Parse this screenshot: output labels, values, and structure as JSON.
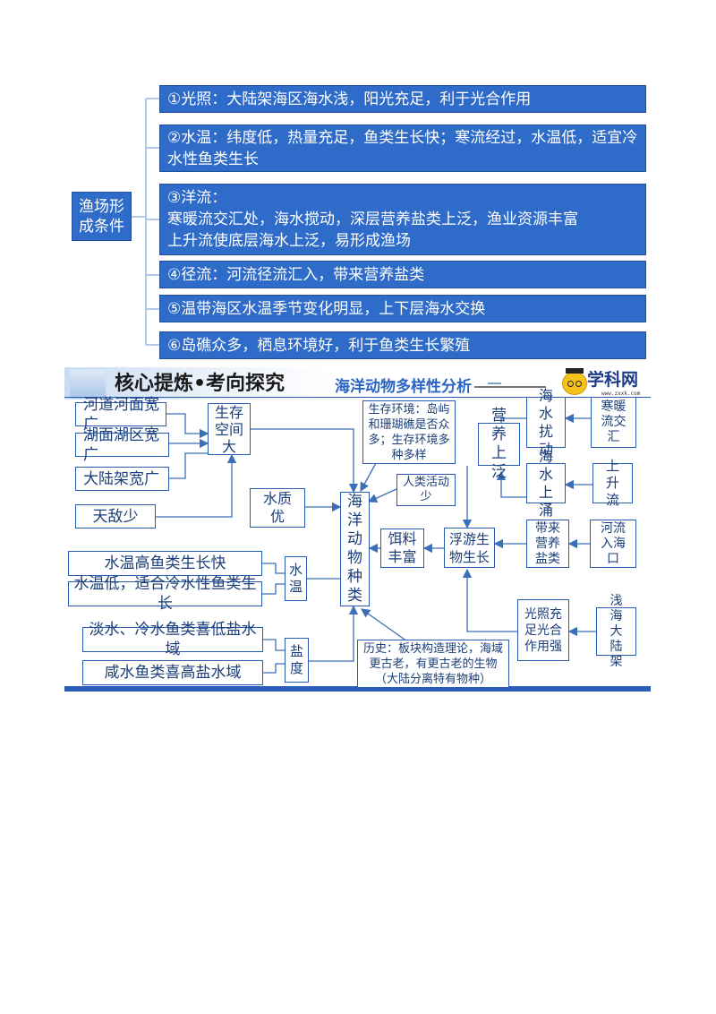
{
  "top": {
    "root_label": "渔场形成条件",
    "conditions": [
      "①光照：大陆架海区海水浅，阳光充足，利于光合作用",
      "②水温：纬度低，热量充足，鱼类生长快；寒流经过，水温低，适宜冷水性鱼类生长",
      "③洋流：",
      "寒暖流交汇处，海水搅动，深层营养盐类上泛，渔业资源丰富",
      "上升流使底层海水上泛，易形成渔场",
      "④径流：河流径流汇入，带来营养盐类",
      "⑤温带海区水温季节变化明显，上下层海水交换",
      "⑥岛礁众多，栖息环境好，利于鱼类生长繁殖"
    ]
  },
  "section": {
    "header": "核心提炼•考向探究",
    "diagram_title": "海洋动物多样性分析",
    "logo_text": "学科网",
    "logo_url": "www.zxxk.com"
  },
  "nodes": {
    "river_wide": "河道河面宽广",
    "lake_wide": "湖面湖区宽广",
    "shelf_wide": "大陆架宽广",
    "few_enemies": "天敌少",
    "living_space": "生存空间大",
    "water_quality": "水质优",
    "habitat": "生存环境：岛屿和珊瑚礁是否众多；生存环境多种多样",
    "human": "人类活动少",
    "center": "海洋动物种类",
    "food": "饵料丰富",
    "plankton": "浮游生物生长",
    "upwelling": "营养上泛",
    "disturb": "海水扰动",
    "warm_cold": "寒暖流交汇",
    "surge": "海水上涌",
    "upwell_current": "上升流",
    "nutrients": "带来营养盐类",
    "river_inflow": "河流入海口",
    "light": "光照充足光合作用强",
    "shallow": "浅海大陆架",
    "warm_fast": "水温高鱼类生长快",
    "cold_fish": "水温低，适合冷水性鱼类生长",
    "temp": "水温",
    "fresh_low": "淡水、冷水鱼类喜低盐水域",
    "salt_high": "咸水鱼类喜高盐水域",
    "salinity": "盐度",
    "history": "历史：板块构造理论，海域更古老，有更古老的生物（大陆分离特有物种）"
  },
  "colors": {
    "box_fill": "#2f6bc8",
    "line": "#9ab8e2",
    "diagram_border": "#2a5db2",
    "bottom_bar": "#2b5db8"
  }
}
